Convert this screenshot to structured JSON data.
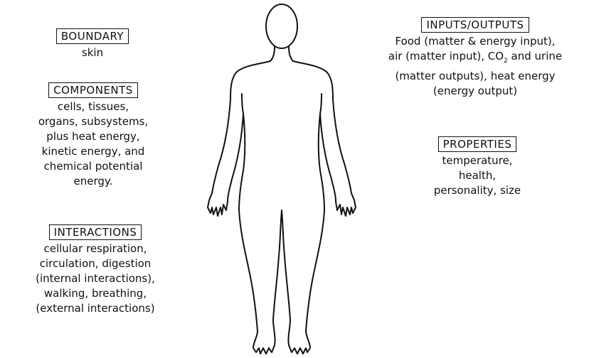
{
  "boundary": {
    "title": "BOUNDARY",
    "lines": [
      "skin"
    ]
  },
  "components": {
    "title": "COMPONENTS",
    "lines": [
      "cells, tissues,",
      "organs, subsystems,",
      "plus heat energy,",
      "kinetic energy, and",
      "chemical potential",
      "energy."
    ]
  },
  "interactions": {
    "title": "INTERACTIONS",
    "lines": [
      "cellular respiration,",
      "circulation, digestion",
      "(internal interactions),",
      "walking, breathing,",
      "(external interactions)"
    ]
  },
  "inputs_outputs": {
    "title": "INPUTS/OUTPUTS",
    "line1": "Food (matter & energy input),",
    "line2_pre": "air (matter input), CO",
    "line2_sub": "2",
    "line2_post": " and urine",
    "line3": "(matter outputs), heat energy",
    "line4": "(energy output)"
  },
  "properties": {
    "title": "PROPERTIES",
    "lines": [
      "temperature,",
      "health,",
      "personality, size"
    ]
  }
}
